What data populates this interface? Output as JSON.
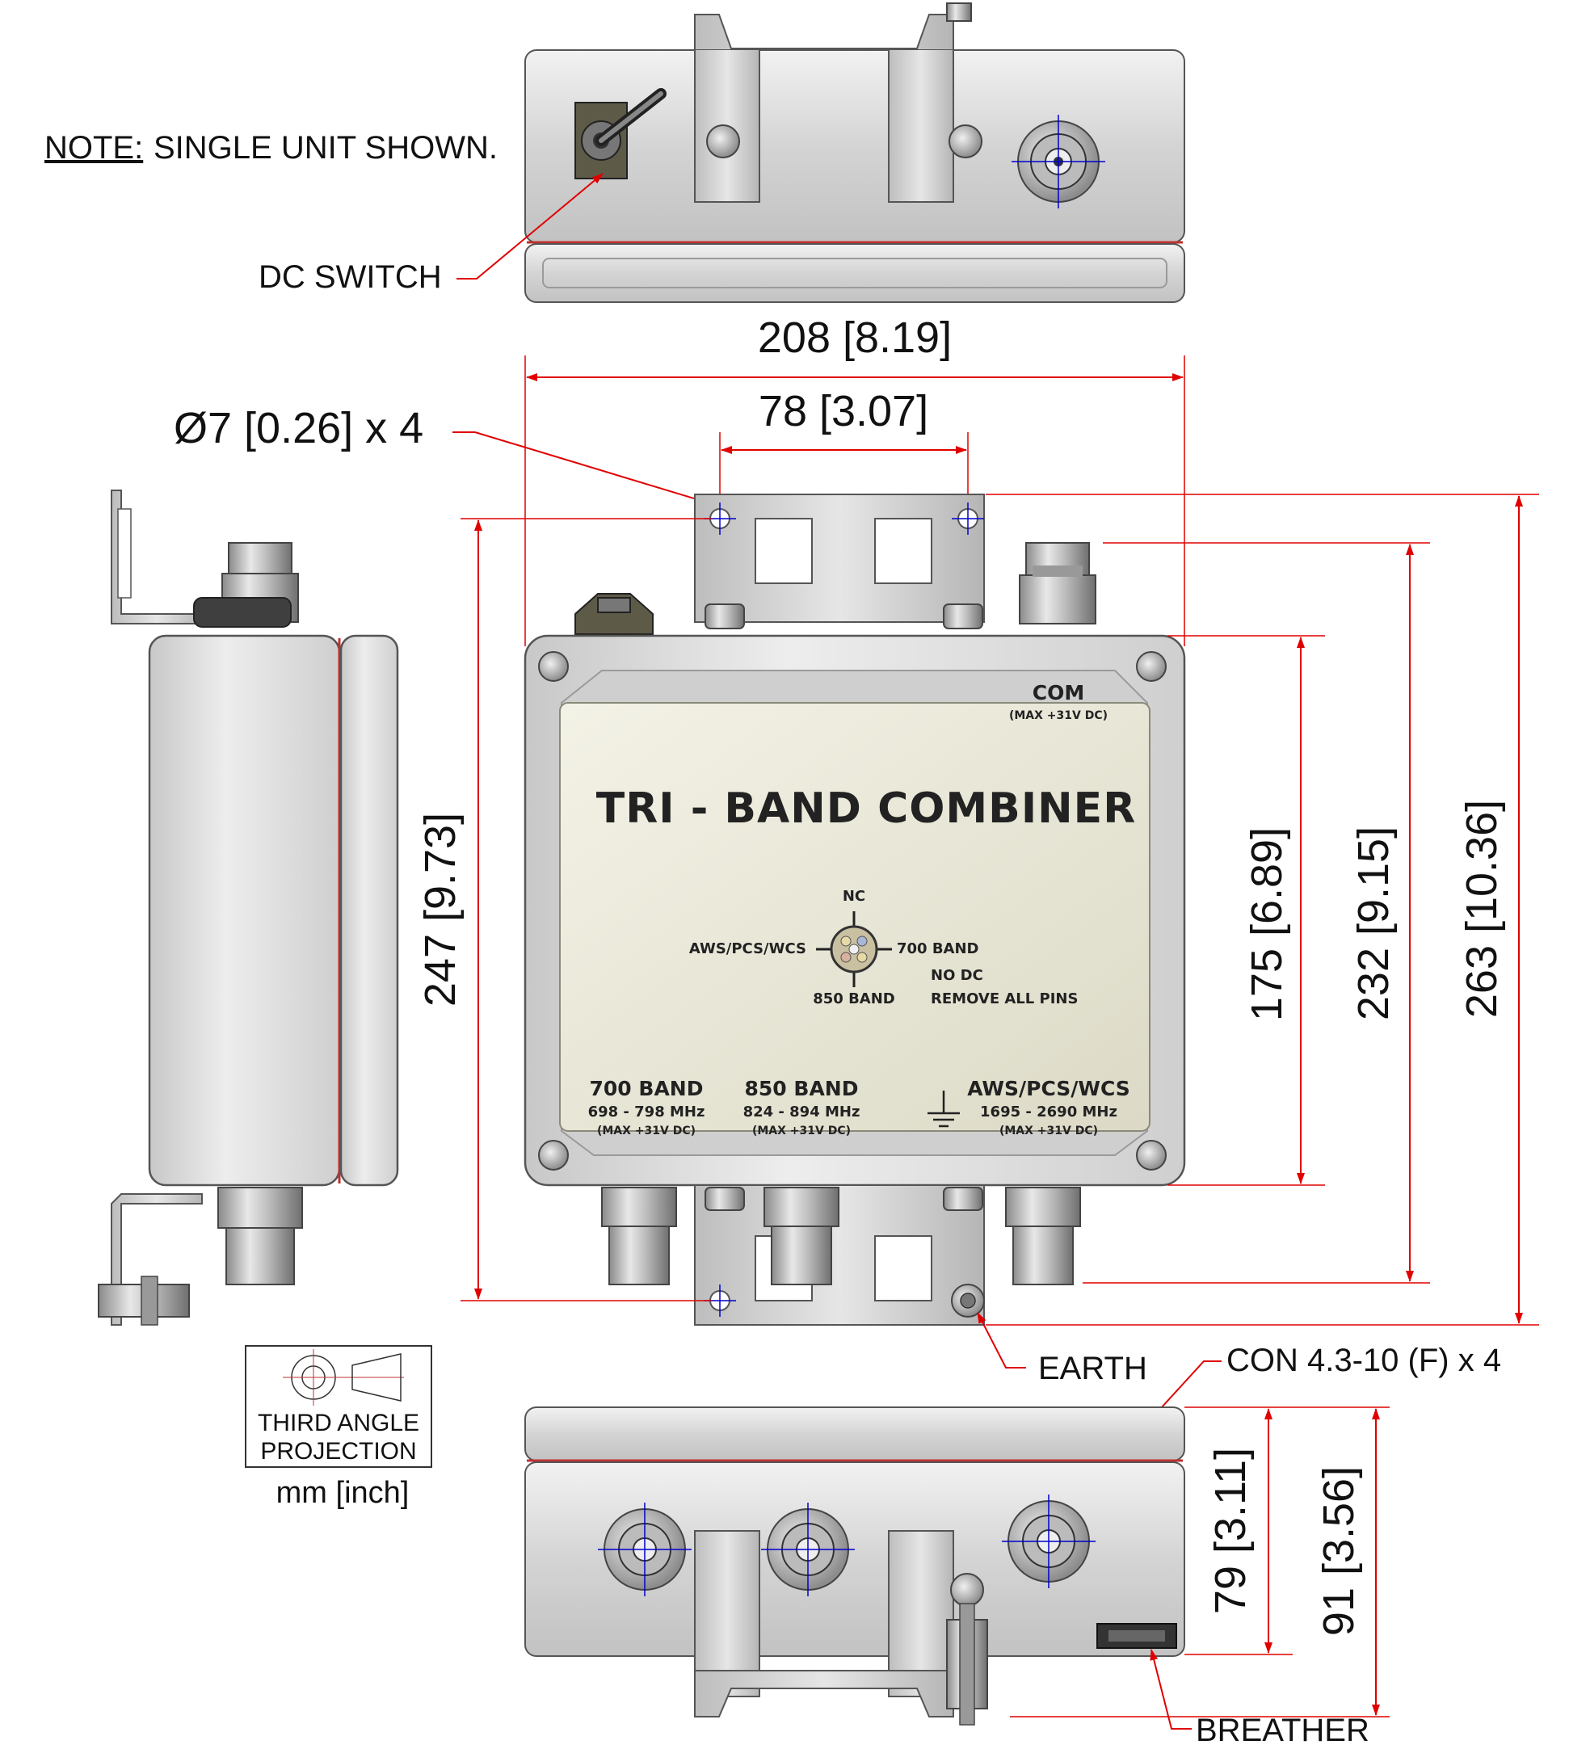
{
  "notes": {
    "note_label": "NOTE:",
    "note_text": "SINGLE UNIT SHOWN."
  },
  "callouts": {
    "dc_switch": "DC SWITCH",
    "hole": "Ø7 [0.26] x 4",
    "earth": "EARTH",
    "connector": "CON 4.3-10 (F) x 4",
    "breather": "BREATHER"
  },
  "dimensions": {
    "width_overall": "208 [8.19]",
    "bracket_holes": "78 [3.07]",
    "hole_height": "247 [9.73]",
    "body_height": "175 [6.89]",
    "connector_height": "232 [9.15]",
    "overall_height": "263 [10.36]",
    "body_depth": "79 [3.11]",
    "overall_depth": "91 [3.56]"
  },
  "plate": {
    "title": "TRI - BAND COMBINER",
    "com_label": "COM",
    "com_note": "(MAX +31V DC)",
    "nc_label": "NC",
    "pin_left": "AWS/PCS/WCS",
    "pin_right": "700 BAND",
    "pin_bottom": "850 BAND",
    "no_dc": "NO DC",
    "remove_pins": "REMOVE ALL PINS",
    "ports": [
      {
        "name": "700 BAND",
        "range": "698 - 798 MHz",
        "note": "(MAX +31V DC)"
      },
      {
        "name": "850 BAND",
        "range": "824 - 894 MHz",
        "note": "(MAX +31V DC)"
      },
      {
        "name": "AWS/PCS/WCS",
        "range": "1695 - 2690 MHz",
        "note": "(MAX +31V DC)"
      }
    ]
  },
  "projection": {
    "line1": "THIRD ANGLE",
    "line2": "PROJECTION",
    "units": "mm [inch]"
  },
  "colors": {
    "dimension_line": "#e00000",
    "center_mark": "#0000cc",
    "housing": "#d9d9d9",
    "plate": "#e9e7d5"
  }
}
